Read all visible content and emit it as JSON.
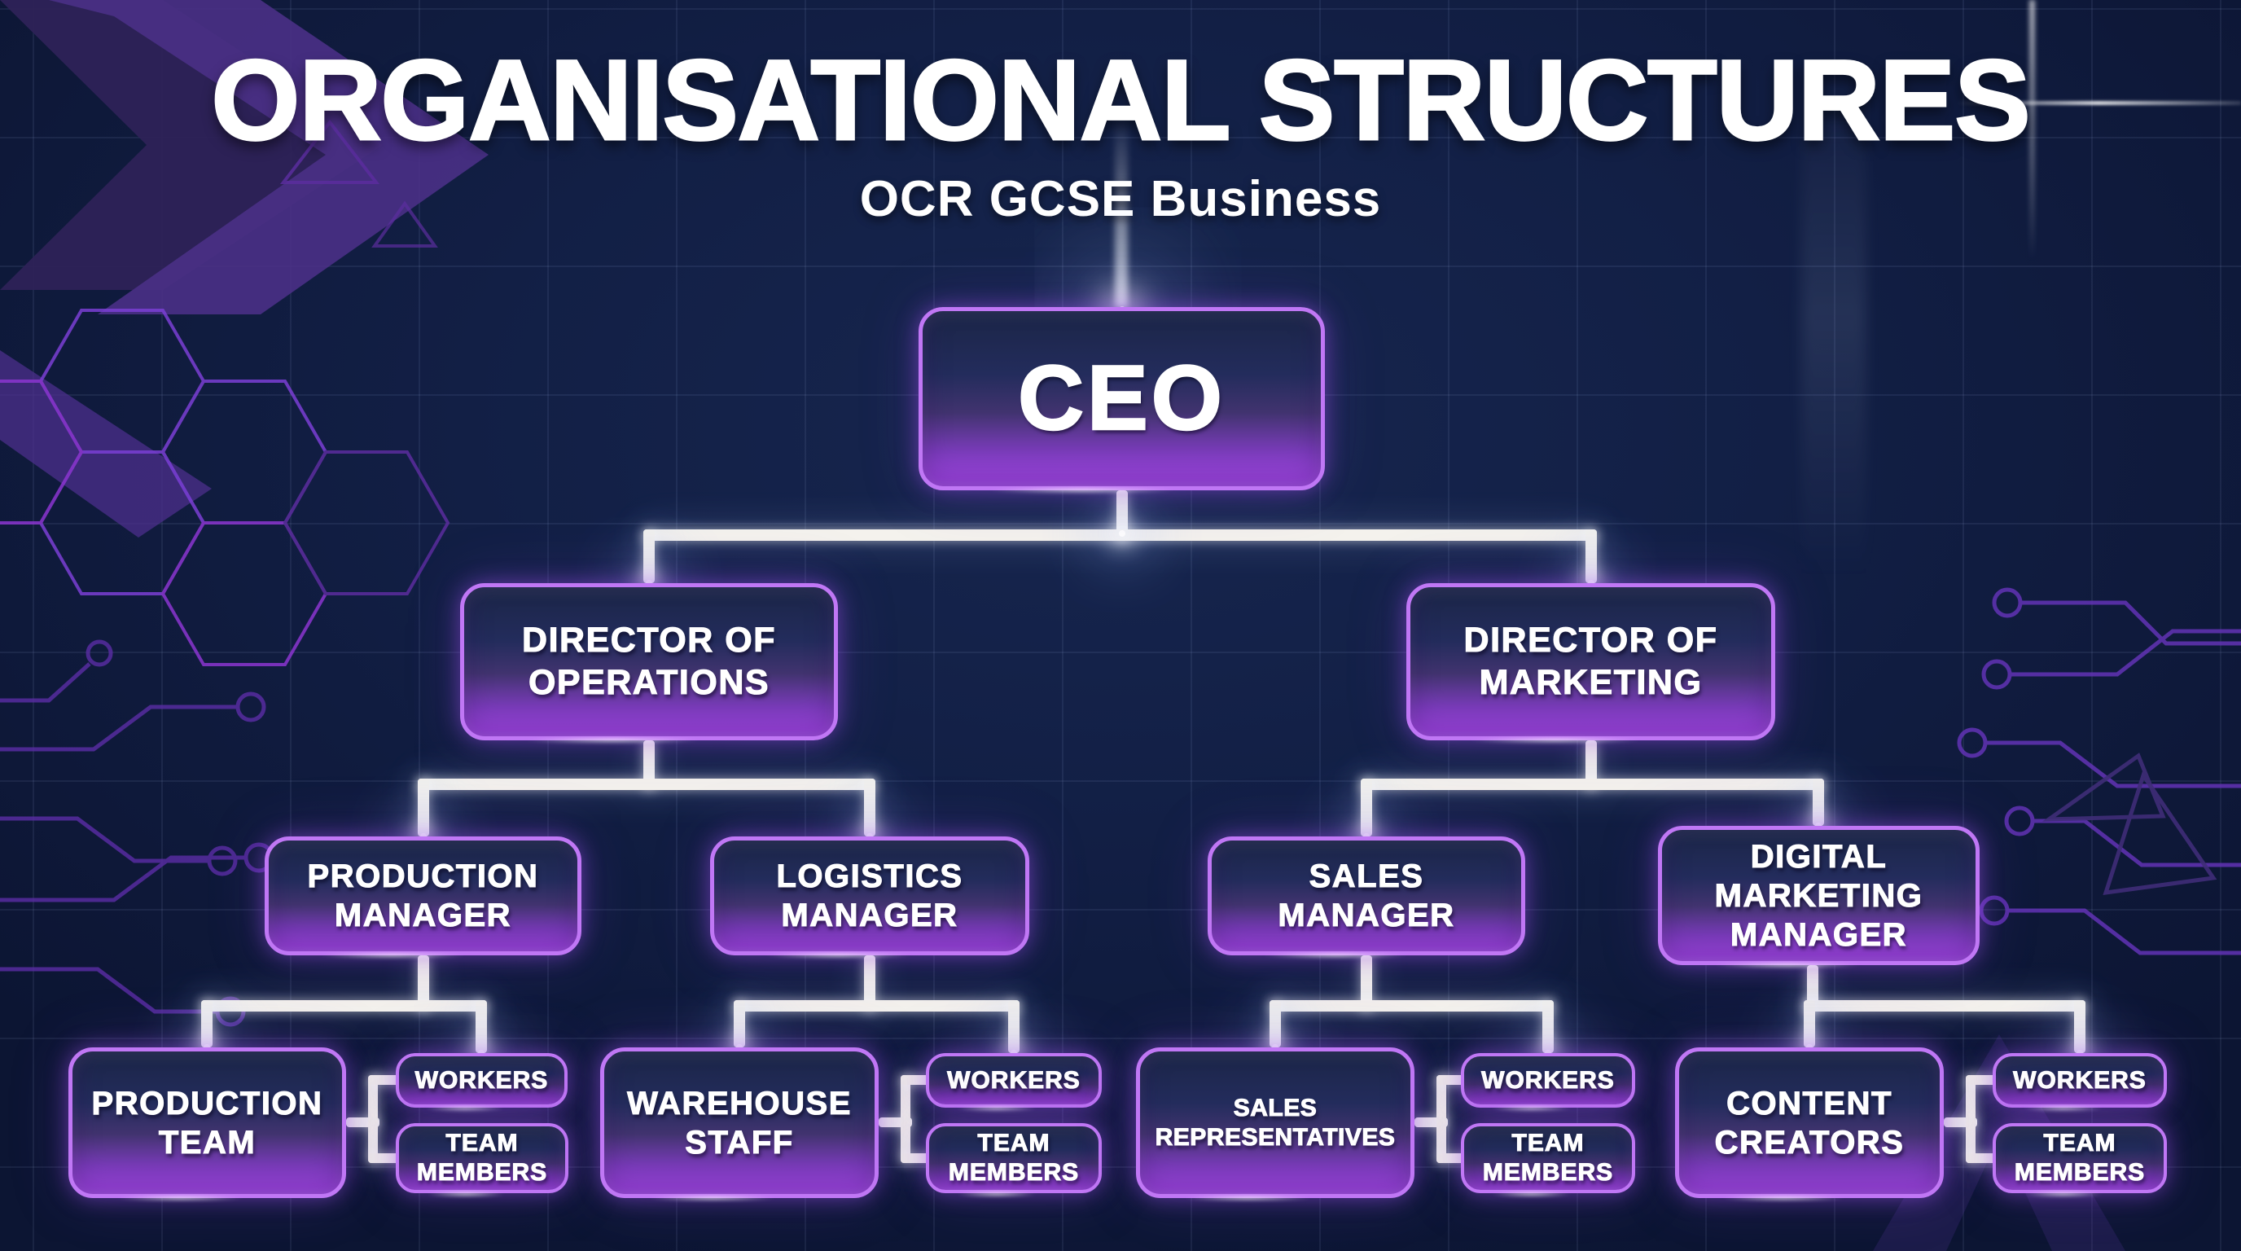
{
  "header": {
    "title": "ORGANISATIONAL STRUCTURES",
    "subtitle": "OCR GCSE Business"
  },
  "org": {
    "ceo": "CEO",
    "directors": [
      {
        "label": "DIRECTOR OF\nOPERATIONS"
      },
      {
        "label": "DIRECTOR OF\nMARKETING"
      }
    ],
    "managers": [
      {
        "label": "PRODUCTION\nMANAGER"
      },
      {
        "label": "LOGISTICS\nMANAGER"
      },
      {
        "label": "SALES\nMANAGER"
      },
      {
        "label": "DIGITAL\nMARKETING\nMANAGER"
      }
    ],
    "groups": [
      {
        "team": "PRODUCTION\nTEAM",
        "workers": "WORKERS",
        "team_members": "TEAM\nMEMBERS"
      },
      {
        "team": "WAREHOUSE\nSTAFF",
        "workers": "WORKERS",
        "team_members": "TEAM\nMEMBERS"
      },
      {
        "team": "SALES\nREPRESENTATIVES",
        "workers": "WORKERS",
        "team_members": "TEAM\nMEMBERS"
      },
      {
        "team": "CONTENT\nCREATORS",
        "workers": "WORKERS",
        "team_members": "TEAM\nMEMBERS"
      }
    ]
  },
  "colors": {
    "background": "#101c40",
    "box_border": "#c077f5",
    "box_gradient_top": "#1b2547",
    "box_gradient_bottom": "#b159f5",
    "connector": "#f4f2ed",
    "circuit_accent": "#6233b5",
    "hexagon_accent": "#7a3fd4"
  }
}
